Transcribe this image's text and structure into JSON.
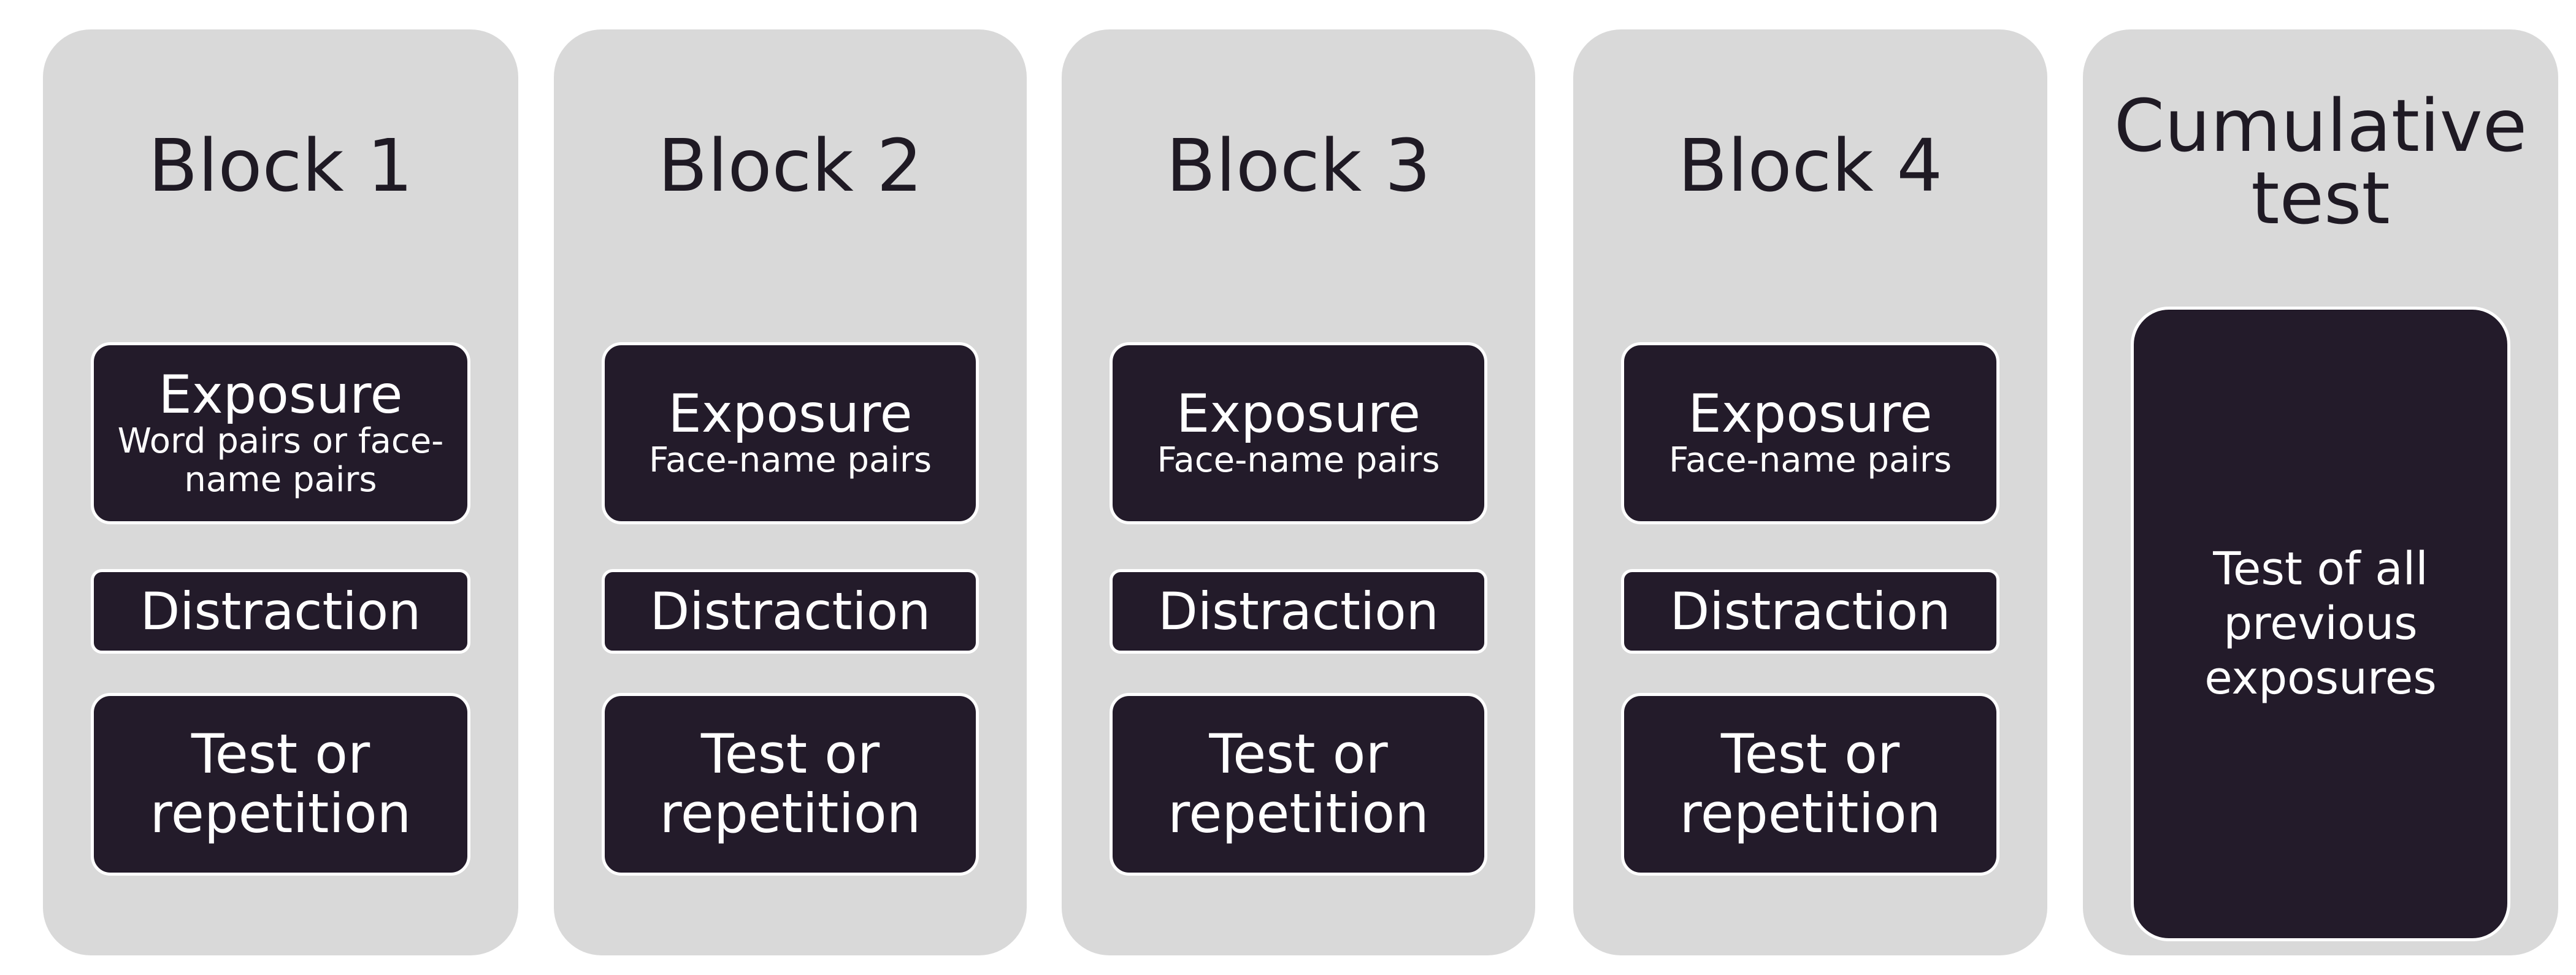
{
  "blocks": [
    {
      "title": "Block 1",
      "exposure": {
        "title": "Exposure",
        "subtitle": "Word pairs or face-name pairs"
      },
      "distraction": "Distraction",
      "test": "Test or\nrepetition"
    },
    {
      "title": "Block 2",
      "exposure": {
        "title": "Exposure",
        "subtitle": "Face-name pairs"
      },
      "distraction": "Distraction",
      "test": "Test or\nrepetition"
    },
    {
      "title": "Block 3",
      "exposure": {
        "title": "Exposure",
        "subtitle": "Face-name pairs"
      },
      "distraction": "Distraction",
      "test": "Test or\nrepetition"
    },
    {
      "title": "Block 4",
      "exposure": {
        "title": "Exposure",
        "subtitle": "Face-name pairs"
      },
      "distraction": "Distraction",
      "test": "Test or\nrepetition"
    }
  ],
  "cumulative": {
    "title": "Cumulative\ntest",
    "body": "Test of all\nprevious\nexposures"
  },
  "colors": {
    "panel": "#d9d9d9",
    "box": "#231b2a",
    "box_text": "#ffffff",
    "title_text": "#1f1a24"
  }
}
